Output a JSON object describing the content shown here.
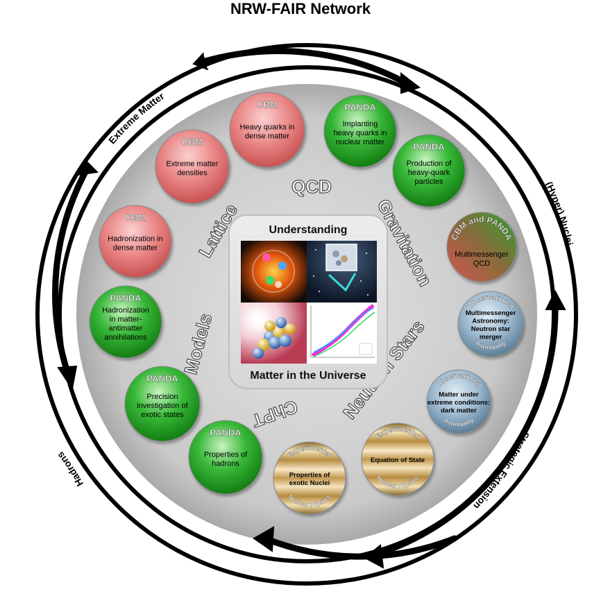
{
  "title": "NRW-FAIR Network",
  "outer_labels": {
    "extreme_matter": "Extreme Matter",
    "hyper_nuclei": "(Hyper) Nuclei",
    "strategic_extension": "Strategic Extension",
    "hadrons": "Hadrons"
  },
  "theory_labels": {
    "qcd": "QCD",
    "lattice": "Lattice",
    "gravitation": "Gravitation",
    "models": "Models",
    "neutron_stars": "Neutron Stars",
    "chpt": "ChPT"
  },
  "center": {
    "top_label": "Understanding",
    "bottom_label": "Matter in the Universe"
  },
  "circles": [
    {
      "kind": "cbm",
      "header": "CBM",
      "lines": [
        "Heavy quarks in",
        "dense matter"
      ]
    },
    {
      "kind": "panda",
      "header": "PANDA",
      "lines": [
        "Implanting",
        "heavy quarks in",
        "nuclear matter"
      ]
    },
    {
      "kind": "panda",
      "header": "PANDA",
      "lines": [
        "Production of",
        "heavy-quark",
        "particles"
      ]
    },
    {
      "kind": "mixed",
      "header": "CBM and PANDA",
      "lines": [
        "Multimessenger",
        "QCD"
      ]
    },
    {
      "kind": "astro",
      "header": "Observational",
      "footer": "Astronomy",
      "lines": [
        "Multimessenger",
        "Astronomy:",
        "Neutron star",
        "merger"
      ]
    },
    {
      "kind": "astro",
      "header": "Observational",
      "footer": "Astronomy",
      "lines": [
        "Matter under",
        "extreme conditions:",
        "dark matter"
      ]
    },
    {
      "kind": "exp",
      "header": "Experimental",
      "footer": "Nuclear Physics",
      "lines": [
        "Equation of State"
      ]
    },
    {
      "kind": "exp",
      "header": "Experimental",
      "footer": "Nuclear Physics",
      "lines": [
        "Properties of",
        "exotic Nuclei"
      ]
    },
    {
      "kind": "panda",
      "header": "PANDA",
      "lines": [
        "Properties of",
        "hadrons"
      ]
    },
    {
      "kind": "panda",
      "header": "PANDA",
      "lines": [
        "Precision",
        "investigation of",
        "exotic states"
      ]
    },
    {
      "kind": "panda",
      "header": "PANDA",
      "lines": [
        "Hadronization",
        "in matter-",
        "antimatter",
        "annihilations"
      ]
    },
    {
      "kind": "cbm",
      "header": "CBM",
      "lines": [
        "Hadronization in",
        "dense matter"
      ]
    },
    {
      "kind": "cbm",
      "header": "CBM",
      "lines": [
        "Extreme matter",
        "densities"
      ]
    }
  ],
  "colors": {
    "cbm": "#e06b6b",
    "panda": "#2ea82e",
    "astro": "#7fa3bd",
    "exp": "#c8a35e",
    "disk": "#cfcfcf",
    "ring": "#000000"
  }
}
